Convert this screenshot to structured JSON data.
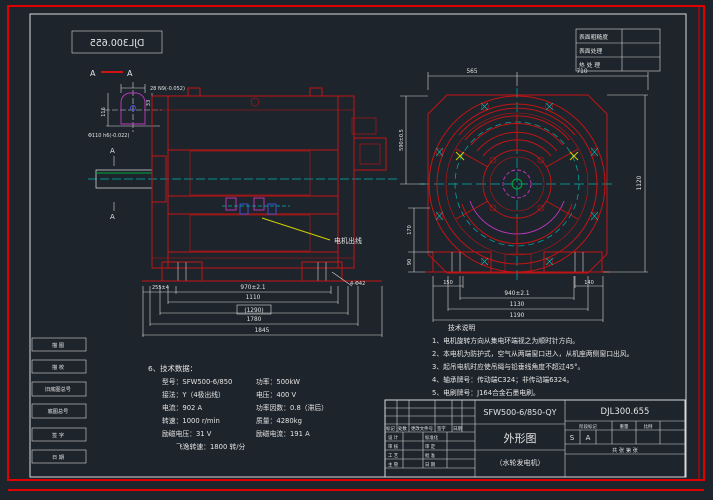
{
  "frame": {
    "doc_no": "DJL300.655"
  },
  "top_right_table": {
    "rows": [
      "表面粗糙度",
      "表面处理",
      "热 处 理"
    ]
  },
  "detail": {
    "section_mark_left": "A",
    "section_mark_right": "A",
    "dim_width": "28 N9(-0.052)",
    "dim_height_left": "116",
    "dim_height_right": "33",
    "dim_shaft": "Φ110 h6(-0.022)"
  },
  "left_view": {
    "section_arrow_top": "A",
    "section_arrow_bottom": "A",
    "leads_label": "电机出线",
    "dim_small_left": "255±4",
    "dim_holes": "4-Φ42",
    "dims_bottom": [
      "970±2.1",
      "1110",
      "(1290)",
      "1780",
      "1845"
    ]
  },
  "right_view": {
    "dim_top_left": "565",
    "dim_top_right": "710",
    "dim_right_side": "1120",
    "dim_left_upper": "590±0.5",
    "dim_left_mid": "170",
    "dim_left_lower": "90",
    "dim_foot_left": "150",
    "dim_foot_right": "140",
    "dims_bottom": [
      "940±2.1",
      "1130",
      "1190"
    ]
  },
  "notes": {
    "title": "技术说明",
    "items": [
      "1、电机旋转方向从集电环端视之为顺时针方向。",
      "2、本电机为防护式，空气从两端窗口进入，从机座两侧窗口出风。",
      "3、起吊电机时应使吊绳与铅垂线角度不超过45°。",
      "4、轴承牌号：传动端C324；非传动端6324。",
      "5、电刷牌号：J164合金石墨电刷。"
    ]
  },
  "tech_data": {
    "title": "6、技术数据：",
    "rows": [
      [
        "型号：SFW500-6/850",
        "功率：500kW"
      ],
      [
        "接法：Y（4极出线）",
        "电压：400 V"
      ],
      [
        "电流：902 A",
        "功率因数：0.8（滞后）"
      ],
      [
        "转速：1000 r/min",
        "质量：4280kg"
      ],
      [
        "励磁电压：31 V",
        "励磁电流：191 A"
      ],
      [
        "飞逸转速：1800 转/分",
        ""
      ]
    ]
  },
  "title_block": {
    "model": "SFW500-6/850-QY",
    "doc_no": "DJL300.655",
    "drawing_title": "外形图",
    "subtitle": "（水轮发电机）",
    "rev_header": [
      "标记",
      "处数",
      "更改文件号",
      "签字",
      "日期"
    ],
    "sign_rows": [
      [
        "设 计",
        "标准化"
      ],
      [
        "审 核",
        "审 定"
      ],
      [
        "工 艺",
        "批 准"
      ],
      [
        "主 管",
        "日 期"
      ]
    ],
    "stage_header": [
      "阶段标记",
      "重量",
      "比例"
    ],
    "stage_values": [
      "S",
      "A"
    ],
    "sheet_info": "共 张  第 张"
  },
  "left_strip": {
    "rows": [
      "描 图",
      "描 校",
      "旧底图总号",
      "底图总号",
      "签 字",
      "日 期"
    ]
  },
  "colors": {
    "background": "#1e242b",
    "line_red": "#c21414",
    "line_white": "#d8d8d8",
    "centerline_cyan": "#00b4b4",
    "accent_green": "#00a83c",
    "accent_yellow": "#cfcf00",
    "accent_magenta": "#c238c2",
    "accent_blue": "#4355e8",
    "border_red": "#e00000"
  }
}
